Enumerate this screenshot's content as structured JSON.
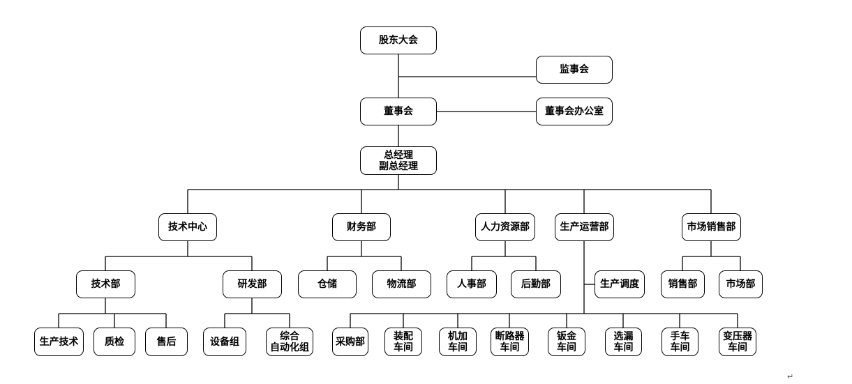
{
  "org_chart": {
    "mark": "↵",
    "nodes": [
      {
        "id": "shareholders",
        "label": "股东大会"
      },
      {
        "id": "supervisors",
        "label": "监事会"
      },
      {
        "id": "board",
        "label": "董事会"
      },
      {
        "id": "board_office",
        "label": "董事会办公室"
      },
      {
        "id": "gm",
        "label": "总经理\n副总经理"
      },
      {
        "id": "tech_center",
        "label": "技术中心"
      },
      {
        "id": "finance",
        "label": "财务部"
      },
      {
        "id": "hr",
        "label": "人力资源部"
      },
      {
        "id": "operations",
        "label": "生产运营部"
      },
      {
        "id": "marketing",
        "label": "市场销售部"
      },
      {
        "id": "tech_dept",
        "label": "技术部"
      },
      {
        "id": "rnd",
        "label": "研发部"
      },
      {
        "id": "warehouse",
        "label": "仓储"
      },
      {
        "id": "logistics",
        "label": "物流部"
      },
      {
        "id": "personnel",
        "label": "人事部"
      },
      {
        "id": "logistics_support",
        "label": "后勤部"
      },
      {
        "id": "dispatch",
        "label": "生产调度"
      },
      {
        "id": "sales",
        "label": "销售部"
      },
      {
        "id": "market",
        "label": "市场部"
      },
      {
        "id": "prod_tech",
        "label": "生产技术"
      },
      {
        "id": "qc",
        "label": "质检"
      },
      {
        "id": "after_sales",
        "label": "售后"
      },
      {
        "id": "equipment",
        "label": "设备组"
      },
      {
        "id": "automation",
        "label": "综合\n自动化组"
      },
      {
        "id": "purchasing",
        "label": "采购部"
      },
      {
        "id": "assembly",
        "label": "装配\n车间"
      },
      {
        "id": "machining",
        "label": "机加\n车间"
      },
      {
        "id": "breaker",
        "label": "断路器\n车间"
      },
      {
        "id": "sheet_metal",
        "label": "钣金\n车间"
      },
      {
        "id": "sorting",
        "label": "选漏\n车间"
      },
      {
        "id": "handcart",
        "label": "手车\n车间"
      },
      {
        "id": "transformer",
        "label": "变压器\n车间"
      }
    ]
  }
}
